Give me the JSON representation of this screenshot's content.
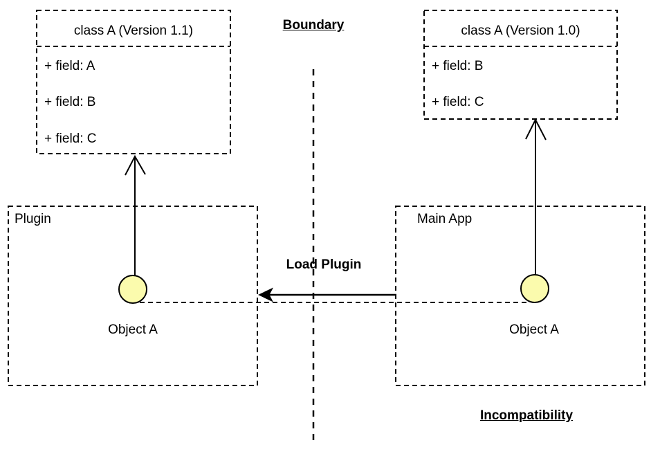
{
  "diagram": {
    "labels": {
      "boundary": "Boundary",
      "load_plugin": "Load Plugin",
      "incompatibility": "Incompatibility"
    },
    "class_v11": {
      "title": "class A (Version 1.1)",
      "fields": [
        "+ field: A",
        "+ field: B",
        "+ field: C"
      ]
    },
    "class_v10": {
      "title": "class A (Version 1.0)",
      "fields": [
        "+ field: B",
        "+ field: C"
      ]
    },
    "plugin_container": {
      "label": "Plugin",
      "object_label": "Object A"
    },
    "main_app_container": {
      "label": "Main App",
      "object_label": "Object A"
    },
    "colors": {
      "object_fill": "#FBFBAD",
      "line": "#000000",
      "background": "#FFFFFF"
    }
  }
}
